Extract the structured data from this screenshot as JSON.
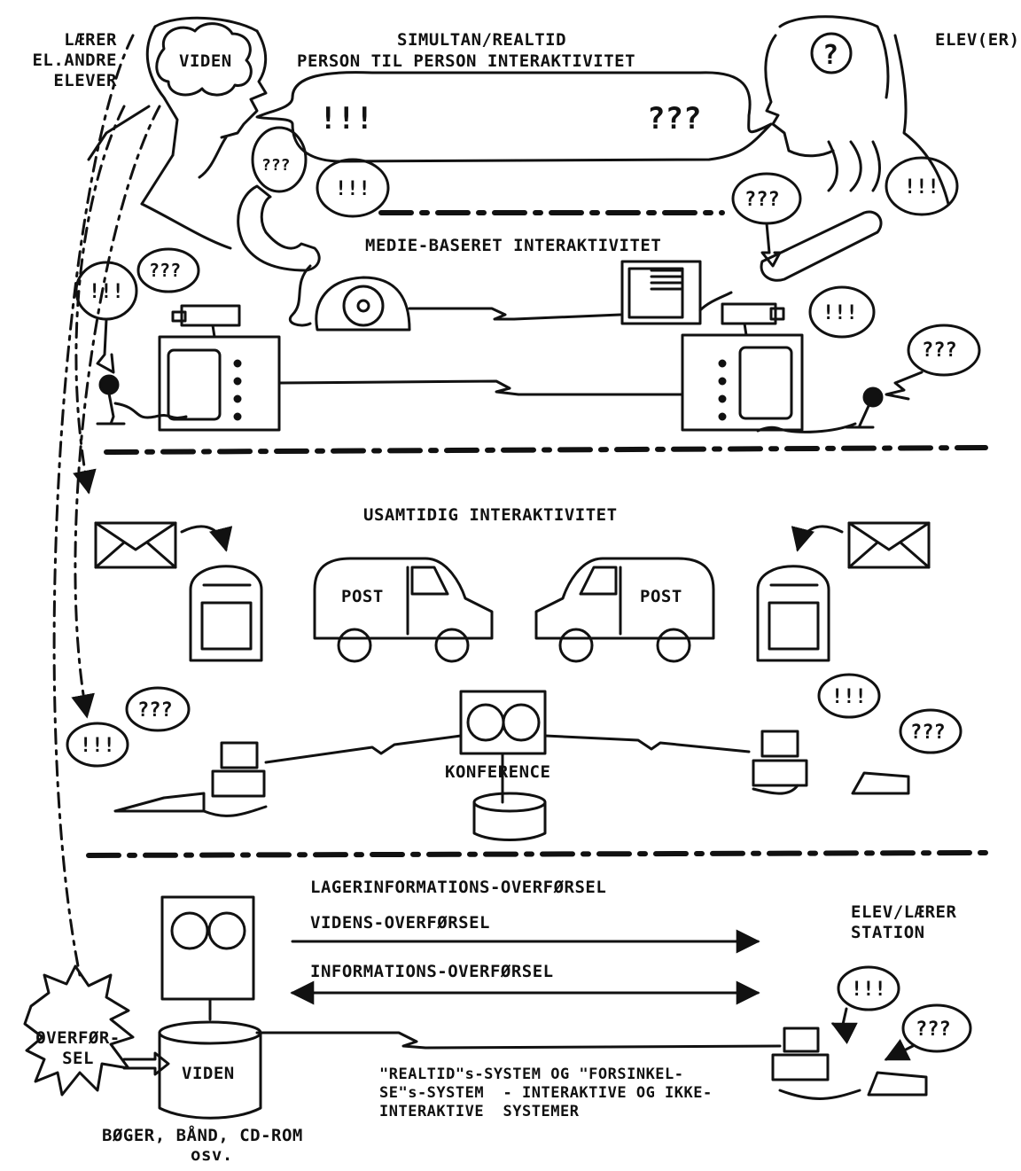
{
  "labels": {
    "teacher": "LÆRER\nEL.ANDRE\nELEVER",
    "pupils": "ELEV(ER)",
    "simultan_line1": "SIMULTAN/REALTID",
    "simultan_line2": "PERSON TIL PERSON INTERAKTIVITET",
    "media": "MEDIE-BASERET INTERAKTIVITET",
    "async": "USAMTIDIG INTERAKTIVITET",
    "post": "POST",
    "conference": "KONFERENCE",
    "storage": "LAGERINFORMATIONS-OVERFØRSEL",
    "knowledge_transfer": "VIDENS-OVERFØRSEL",
    "info_transfer": "INFORMATIONS-OVERFØRSEL",
    "station": "ELEV/LÆRER\nSTATION",
    "transfer": "OVERFØR-\nSEL",
    "viden": "VIDEN",
    "books": "BØGER, BÅND, CD-ROM",
    "osv": "osv.",
    "systems": "\"REALTID\"s-SYSTEM OG \"FORSINKEL-\nSE\"s-SYSTEM  - INTERAKTIVE OG IKKE-\nINTERAKTIVE  SYSTEMER",
    "questions": "???",
    "answers": "!!!",
    "question_single": "?"
  }
}
